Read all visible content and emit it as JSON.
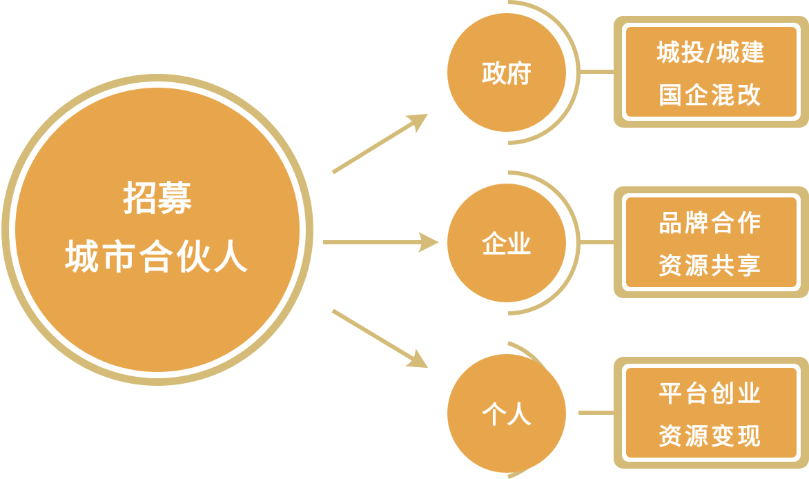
{
  "colors": {
    "gold": "#d4bb78",
    "orange": "#e8a64c",
    "white": "#ffffff"
  },
  "center": {
    "line1": "招募",
    "line2": "城市合伙人"
  },
  "branches": [
    {
      "label": "政府",
      "detail_line1": "城投/城建",
      "detail_line2": "国企混改"
    },
    {
      "label": "企业",
      "detail_line1": "品牌合作",
      "detail_line2": "资源共享"
    },
    {
      "label": "个人",
      "detail_line1": "平台创业",
      "detail_line2": "资源变现"
    }
  ]
}
